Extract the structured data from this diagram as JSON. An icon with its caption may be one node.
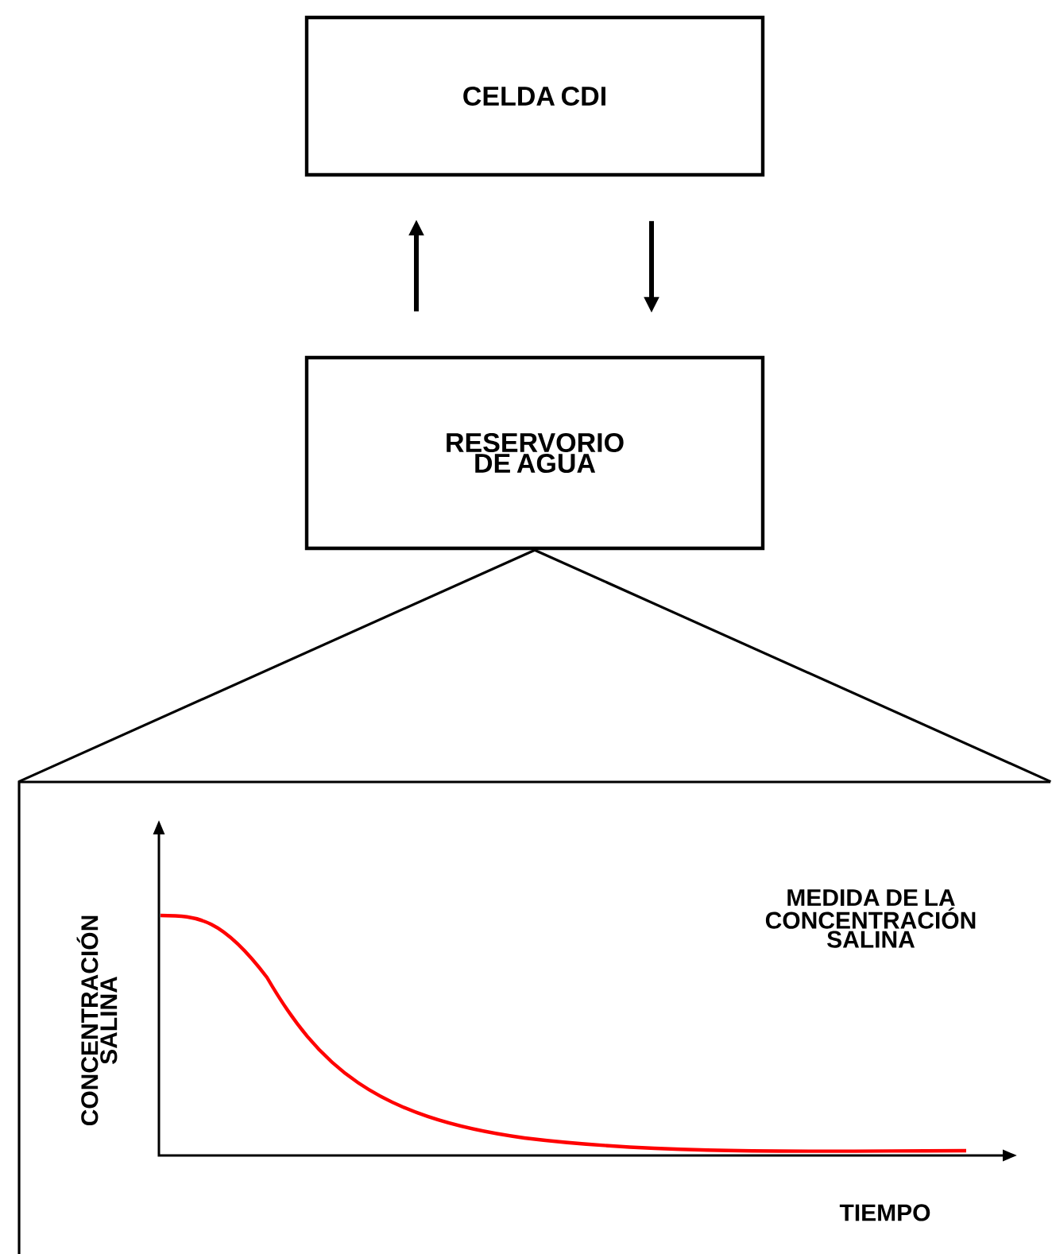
{
  "diagram": {
    "nodes": [
      {
        "text": [
          "CELDA CDI"
        ]
      },
      {
        "text": [
          "RESERVORIO DE AGUA"
        ]
      },
      {
        "text": [
          "MEDIDA DE LA CONCENTRACIÓN SALINA"
        ]
      }
    ],
    "edges": [
      {
        "from": 1,
        "to": 0,
        "arrow": "to"
      },
      {
        "from": 0,
        "to": 1,
        "arrow": "to"
      },
      {
        "from": 1,
        "to": 2,
        "arrow": "none"
      },
      {
        "from": 1,
        "to": 2,
        "arrow": "none"
      }
    ],
    "labels": [
      "CONCENTRACIÓN SALINA",
      "TIEMPO"
    ]
  }
}
